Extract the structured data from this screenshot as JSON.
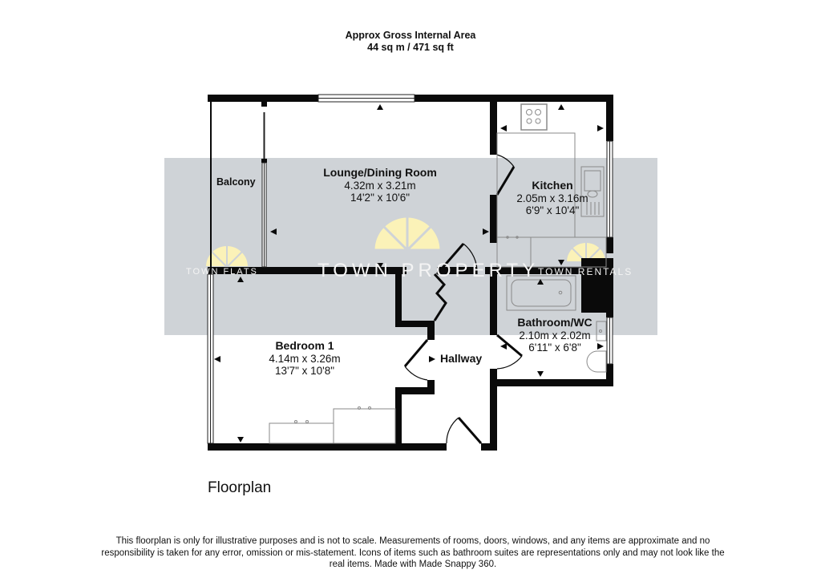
{
  "header": {
    "title": "Approx Gross Internal Area",
    "area": "44 sq m / 471 sq ft"
  },
  "rooms": [
    {
      "name": "Balcony",
      "metric": "",
      "imperial": ""
    },
    {
      "name": "Lounge/Dining Room",
      "metric": "4.32m x 3.21m",
      "imperial": "14'2\" x 10'6\""
    },
    {
      "name": "Kitchen",
      "metric": "2.05m x 3.16m",
      "imperial": "6'9\" x 10'4\""
    },
    {
      "name": "Bedroom 1",
      "metric": "4.14m x 3.26m",
      "imperial": "13'7\" x 10'8\""
    },
    {
      "name": "Hallway",
      "metric": "",
      "imperial": ""
    },
    {
      "name": "Bathroom/WC",
      "metric": "2.10m x 2.02m",
      "imperial": "6'11\" x 6'8\""
    }
  ],
  "watermark": {
    "left": "TOWN FLATS",
    "center": "TOWN PROPERTY",
    "right": "TOWN RENTALS",
    "band_color": "#cfd3d7",
    "logo_color": "#fbf2b8"
  },
  "caption": "Floorplan",
  "disclaimer": "This floorplan is only for illustrative purposes and is not to scale. Measurements of rooms, doors, windows, and any items are approximate and no responsibility is taken for any error, omission or mis-statement. Icons of items such as bathroom suites are representations only and may not look like the real items. Made with Made Snappy 360.",
  "colors": {
    "wall": "#0a0a0a",
    "fixture": "#8a8a8a",
    "background": "#ffffff"
  }
}
